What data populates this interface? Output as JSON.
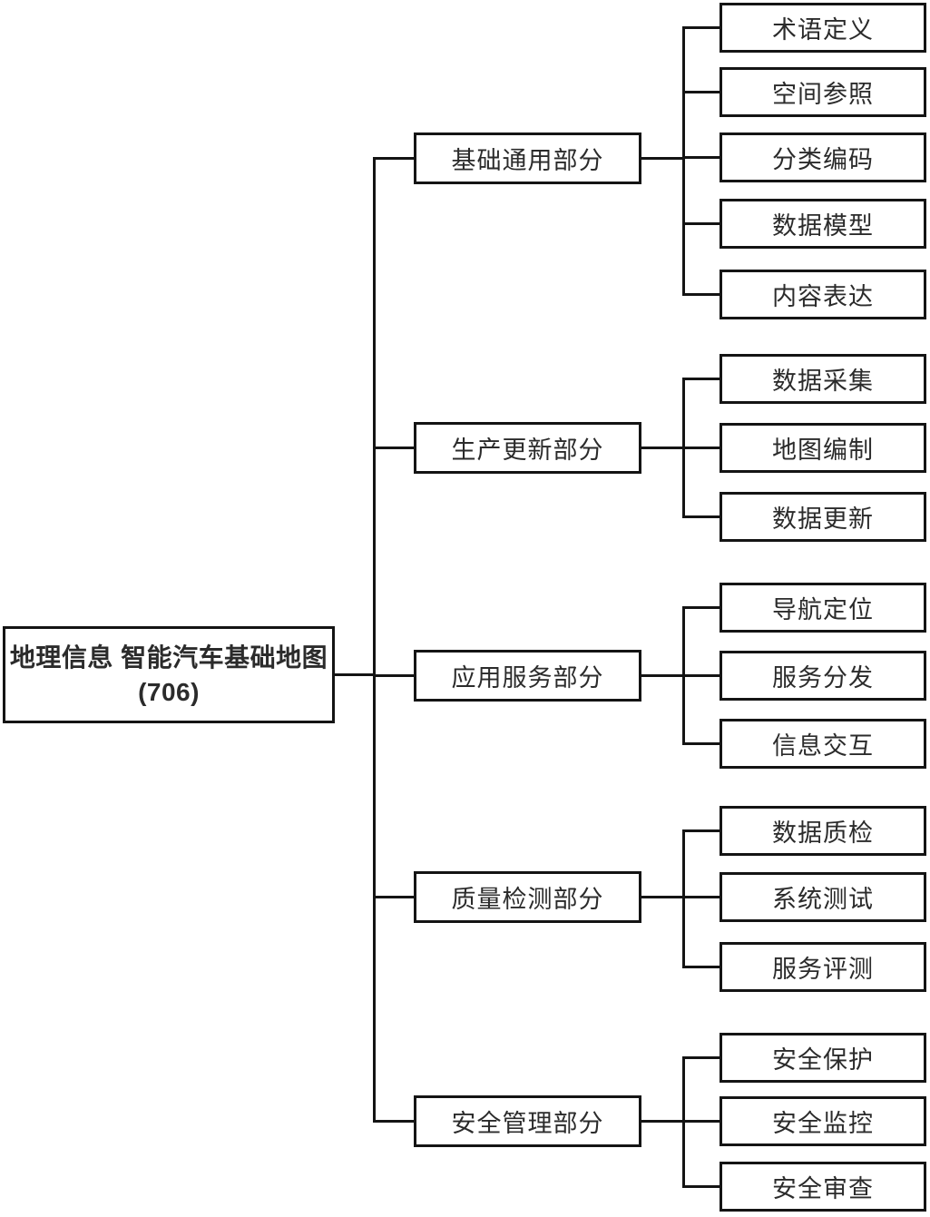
{
  "colors": {
    "border": "#141414",
    "line": "#141414",
    "text": "#2b2b2b",
    "background": "#ffffff"
  },
  "tree": {
    "root": {
      "line1": "地理信息 智能汽车基础地图",
      "line2": "(706)"
    },
    "branches": [
      {
        "label": "基础通用部分",
        "children": [
          "术语定义",
          "空间参照",
          "分类编码",
          "数据模型",
          "内容表达"
        ]
      },
      {
        "label": "生产更新部分",
        "children": [
          "数据采集",
          "地图编制",
          "数据更新"
        ]
      },
      {
        "label": "应用服务部分",
        "children": [
          "导航定位",
          "服务分发",
          "信息交互"
        ]
      },
      {
        "label": "质量检测部分",
        "children": [
          "数据质检",
          "系统测试",
          "服务评测"
        ]
      },
      {
        "label": "安全管理部分",
        "children": [
          "安全保护",
          "安全监控",
          "安全审查"
        ]
      }
    ]
  }
}
